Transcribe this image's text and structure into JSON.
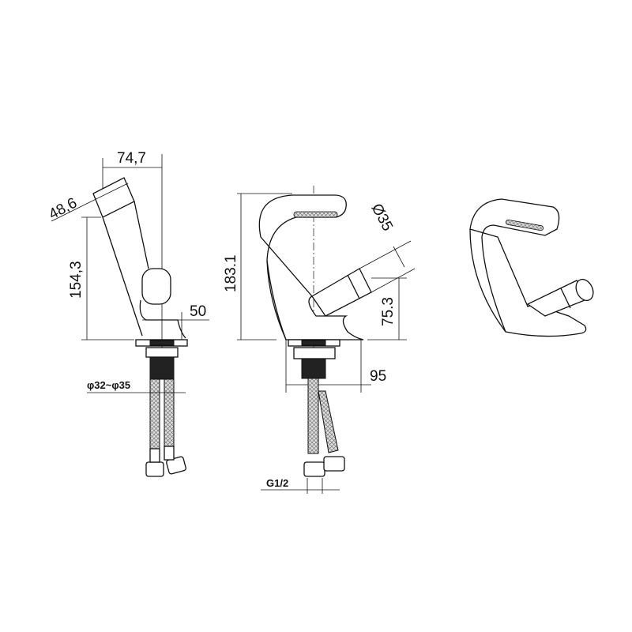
{
  "dimensions": {
    "side_width": "74,7",
    "spout_angle_length": "48,6",
    "side_height": "154,3",
    "handle_offset": "50",
    "hole_diameter": "φ32~φ35",
    "front_height": "183.1",
    "handle_diameter": "Ø35",
    "handle_height": "75.3",
    "reach": "95",
    "thread": "G1/2"
  },
  "colors": {
    "line": "#111111",
    "background": "#ffffff"
  }
}
